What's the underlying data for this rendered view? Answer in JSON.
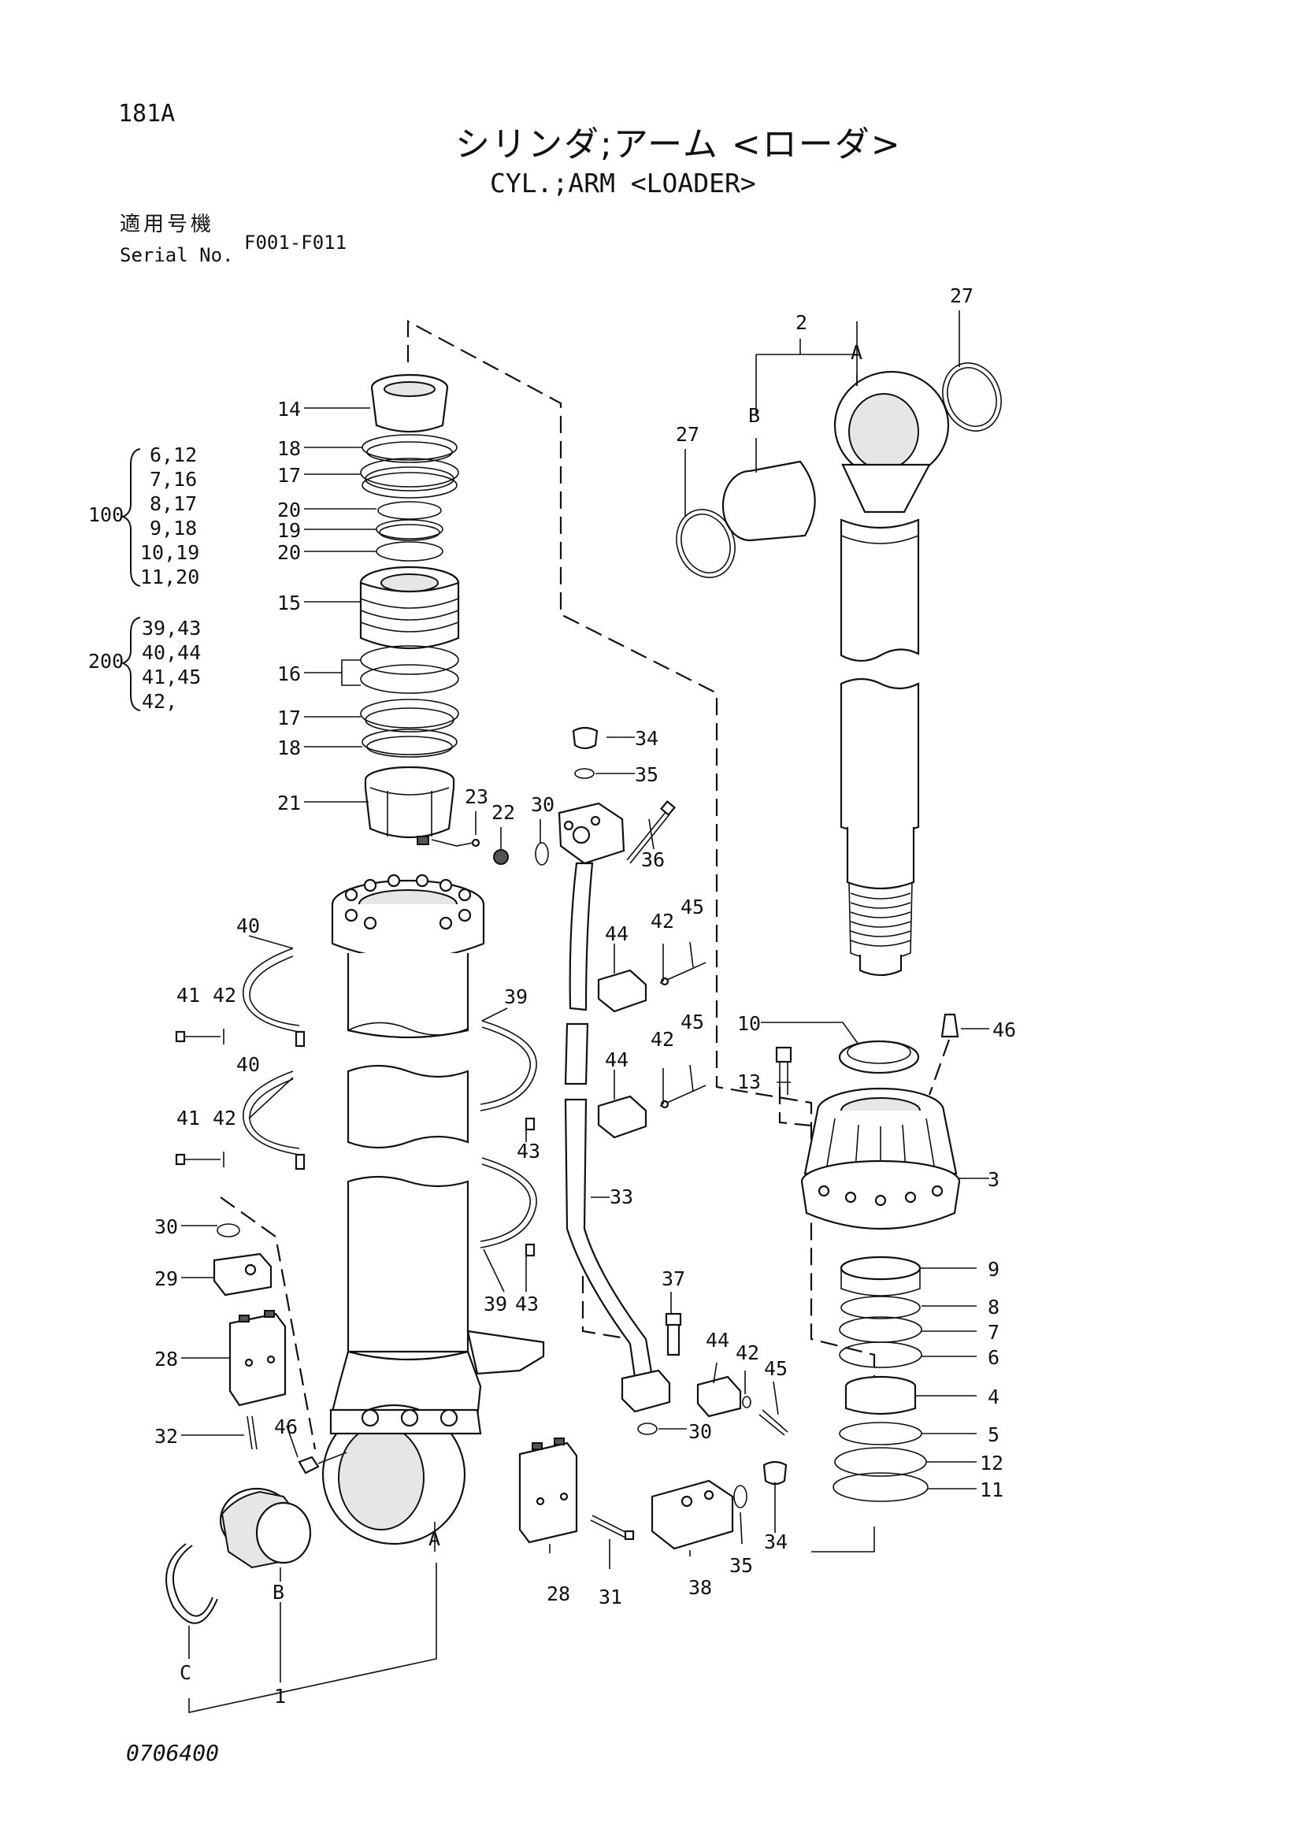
{
  "header": {
    "page_no": "181A",
    "title_jp": "シリンダ;アーム <ローダ>",
    "title_en": "CYL.;ARM <LOADER>",
    "serial_label_jp": "適用号機",
    "serial_label_en": "Serial No.",
    "serial_value": "F001-F011"
  },
  "kits": {
    "kit100": {
      "number": "100",
      "lines": [
        "6,12",
        "7,16",
        "8,17",
        "9,18",
        "10,19",
        "11,20"
      ]
    },
    "kit200": {
      "number": "200",
      "lines": [
        "39,43",
        "40,44",
        "41,45",
        "42,"
      ]
    }
  },
  "callouts": {
    "c1": "1",
    "c2": "2",
    "c3": "3",
    "c4": "4",
    "c5": "5",
    "c6": "6",
    "c7": "7",
    "c8": "8",
    "c9": "9",
    "c10": "10",
    "c11": "11",
    "c12": "12",
    "c13": "13",
    "c14": "14",
    "c15": "15",
    "c16": "16",
    "c17": "17",
    "c18": "18",
    "c19": "19",
    "c20": "20",
    "c21": "21",
    "c22": "22",
    "c23": "23",
    "c27": "27",
    "c28": "28",
    "c29": "29",
    "c30": "30",
    "c31": "31",
    "c32": "32",
    "c33": "33",
    "c34": "34",
    "c35": "35",
    "c36": "36",
    "c37": "37",
    "c38": "38",
    "c39": "39",
    "c40": "40",
    "c41": "41",
    "c42": "42",
    "c43": "43",
    "c44": "44",
    "c45": "45",
    "c46": "46",
    "A": "A",
    "B": "B",
    "C": "C"
  },
  "footer": {
    "drawing_no": "0706400"
  }
}
